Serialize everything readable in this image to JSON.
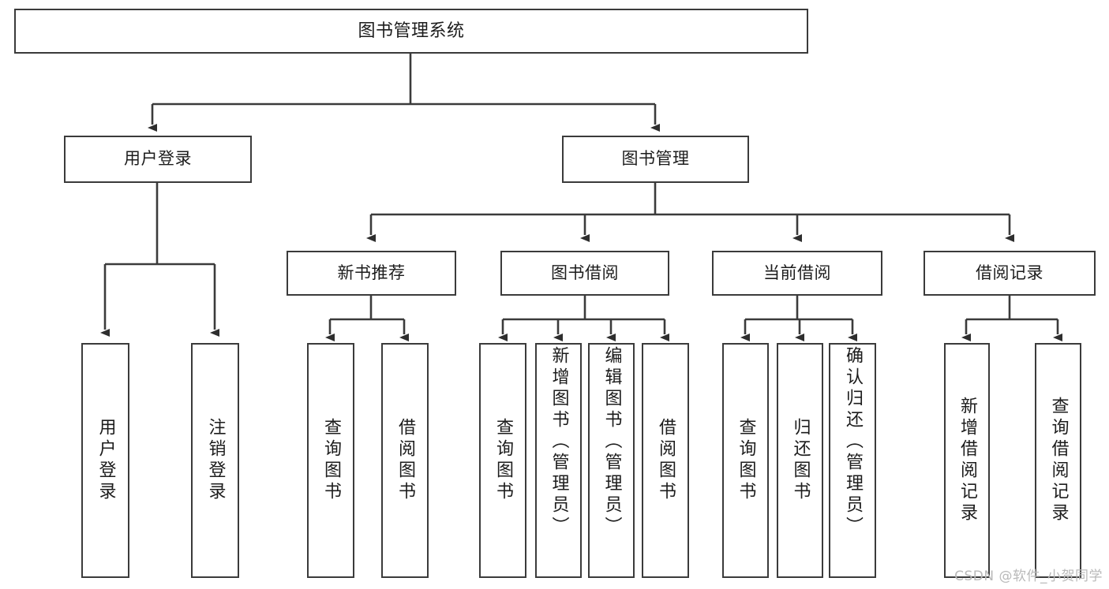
{
  "diagram": {
    "type": "tree-hierarchy-chart",
    "title": "图书管理系统",
    "line_color": "#3b3b3b",
    "box_fill": "#ffffff",
    "text_color": "#1c1c1c",
    "nodes": {
      "root": {
        "label": "图书管理系统"
      },
      "level1": [
        {
          "label": "用户登录"
        },
        {
          "label": "图书管理"
        }
      ],
      "level2": [
        {
          "label": "新书推荐"
        },
        {
          "label": "图书借阅"
        },
        {
          "label": "当前借阅"
        },
        {
          "label": "借阅记录"
        }
      ],
      "leaves_user_login": [
        {
          "label": "用户登录"
        },
        {
          "label": "注销登录"
        }
      ],
      "leaves_new_book": [
        {
          "label": "查询图书"
        },
        {
          "label": "借阅图书"
        }
      ],
      "leaves_borrow": [
        {
          "label": "查询图书"
        },
        {
          "label": "新增图书（管理员）"
        },
        {
          "label": "编辑图书（管理员）"
        },
        {
          "label": "借阅图书"
        }
      ],
      "leaves_current": [
        {
          "label": "查询图书"
        },
        {
          "label": "归还图书"
        },
        {
          "label": "确认归还（管理员）"
        }
      ],
      "leaves_records": [
        {
          "label": "新增借阅记录"
        },
        {
          "label": "查询借阅记录"
        }
      ]
    }
  },
  "watermark": {
    "text": "CSDN @软件_小贺同学"
  }
}
